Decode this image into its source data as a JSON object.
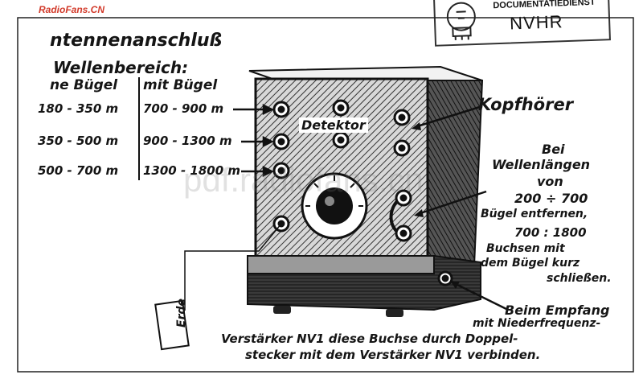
{
  "watermark_top": "RadioFans.CN",
  "watermark_center": "pdf.radiofans.cn",
  "stamp": {
    "line1": "DOCUMENTATIEDIENST",
    "line2": "NVHR"
  },
  "antenna": {
    "title": "ntennenanschluß",
    "range_title": "Wellenbereich:",
    "col_without": "ne Bügel",
    "col_with": "mit Bügel",
    "rows": [
      {
        "without": "180 - 350 m",
        "with": "700 - 900 m"
      },
      {
        "without": "350 - 500 m",
        "with": "900 - 1300 m"
      },
      {
        "without": "500 - 700 m",
        "with": "1300 - 1800 m"
      }
    ]
  },
  "labels": {
    "detektor": "Detektor",
    "kopfhoerer": "Kopfhörer",
    "erde": "Erde"
  },
  "note_bei": [
    "Bei",
    "Wellenlängen",
    "von",
    "200 ÷ 700",
    "Bügel entfernen,",
    "700 : 1800",
    "Buchsen mit",
    "dem Bügel kurz",
    "schließen."
  ],
  "note_empfang": [
    "Beim Empfang",
    "mit Niederfrequenz-"
  ],
  "note_bottom": [
    "Verstärker NV1 diese Buchse durch Doppel-",
    "stecker mit dem Verstärker NV1 verbinden."
  ]
}
